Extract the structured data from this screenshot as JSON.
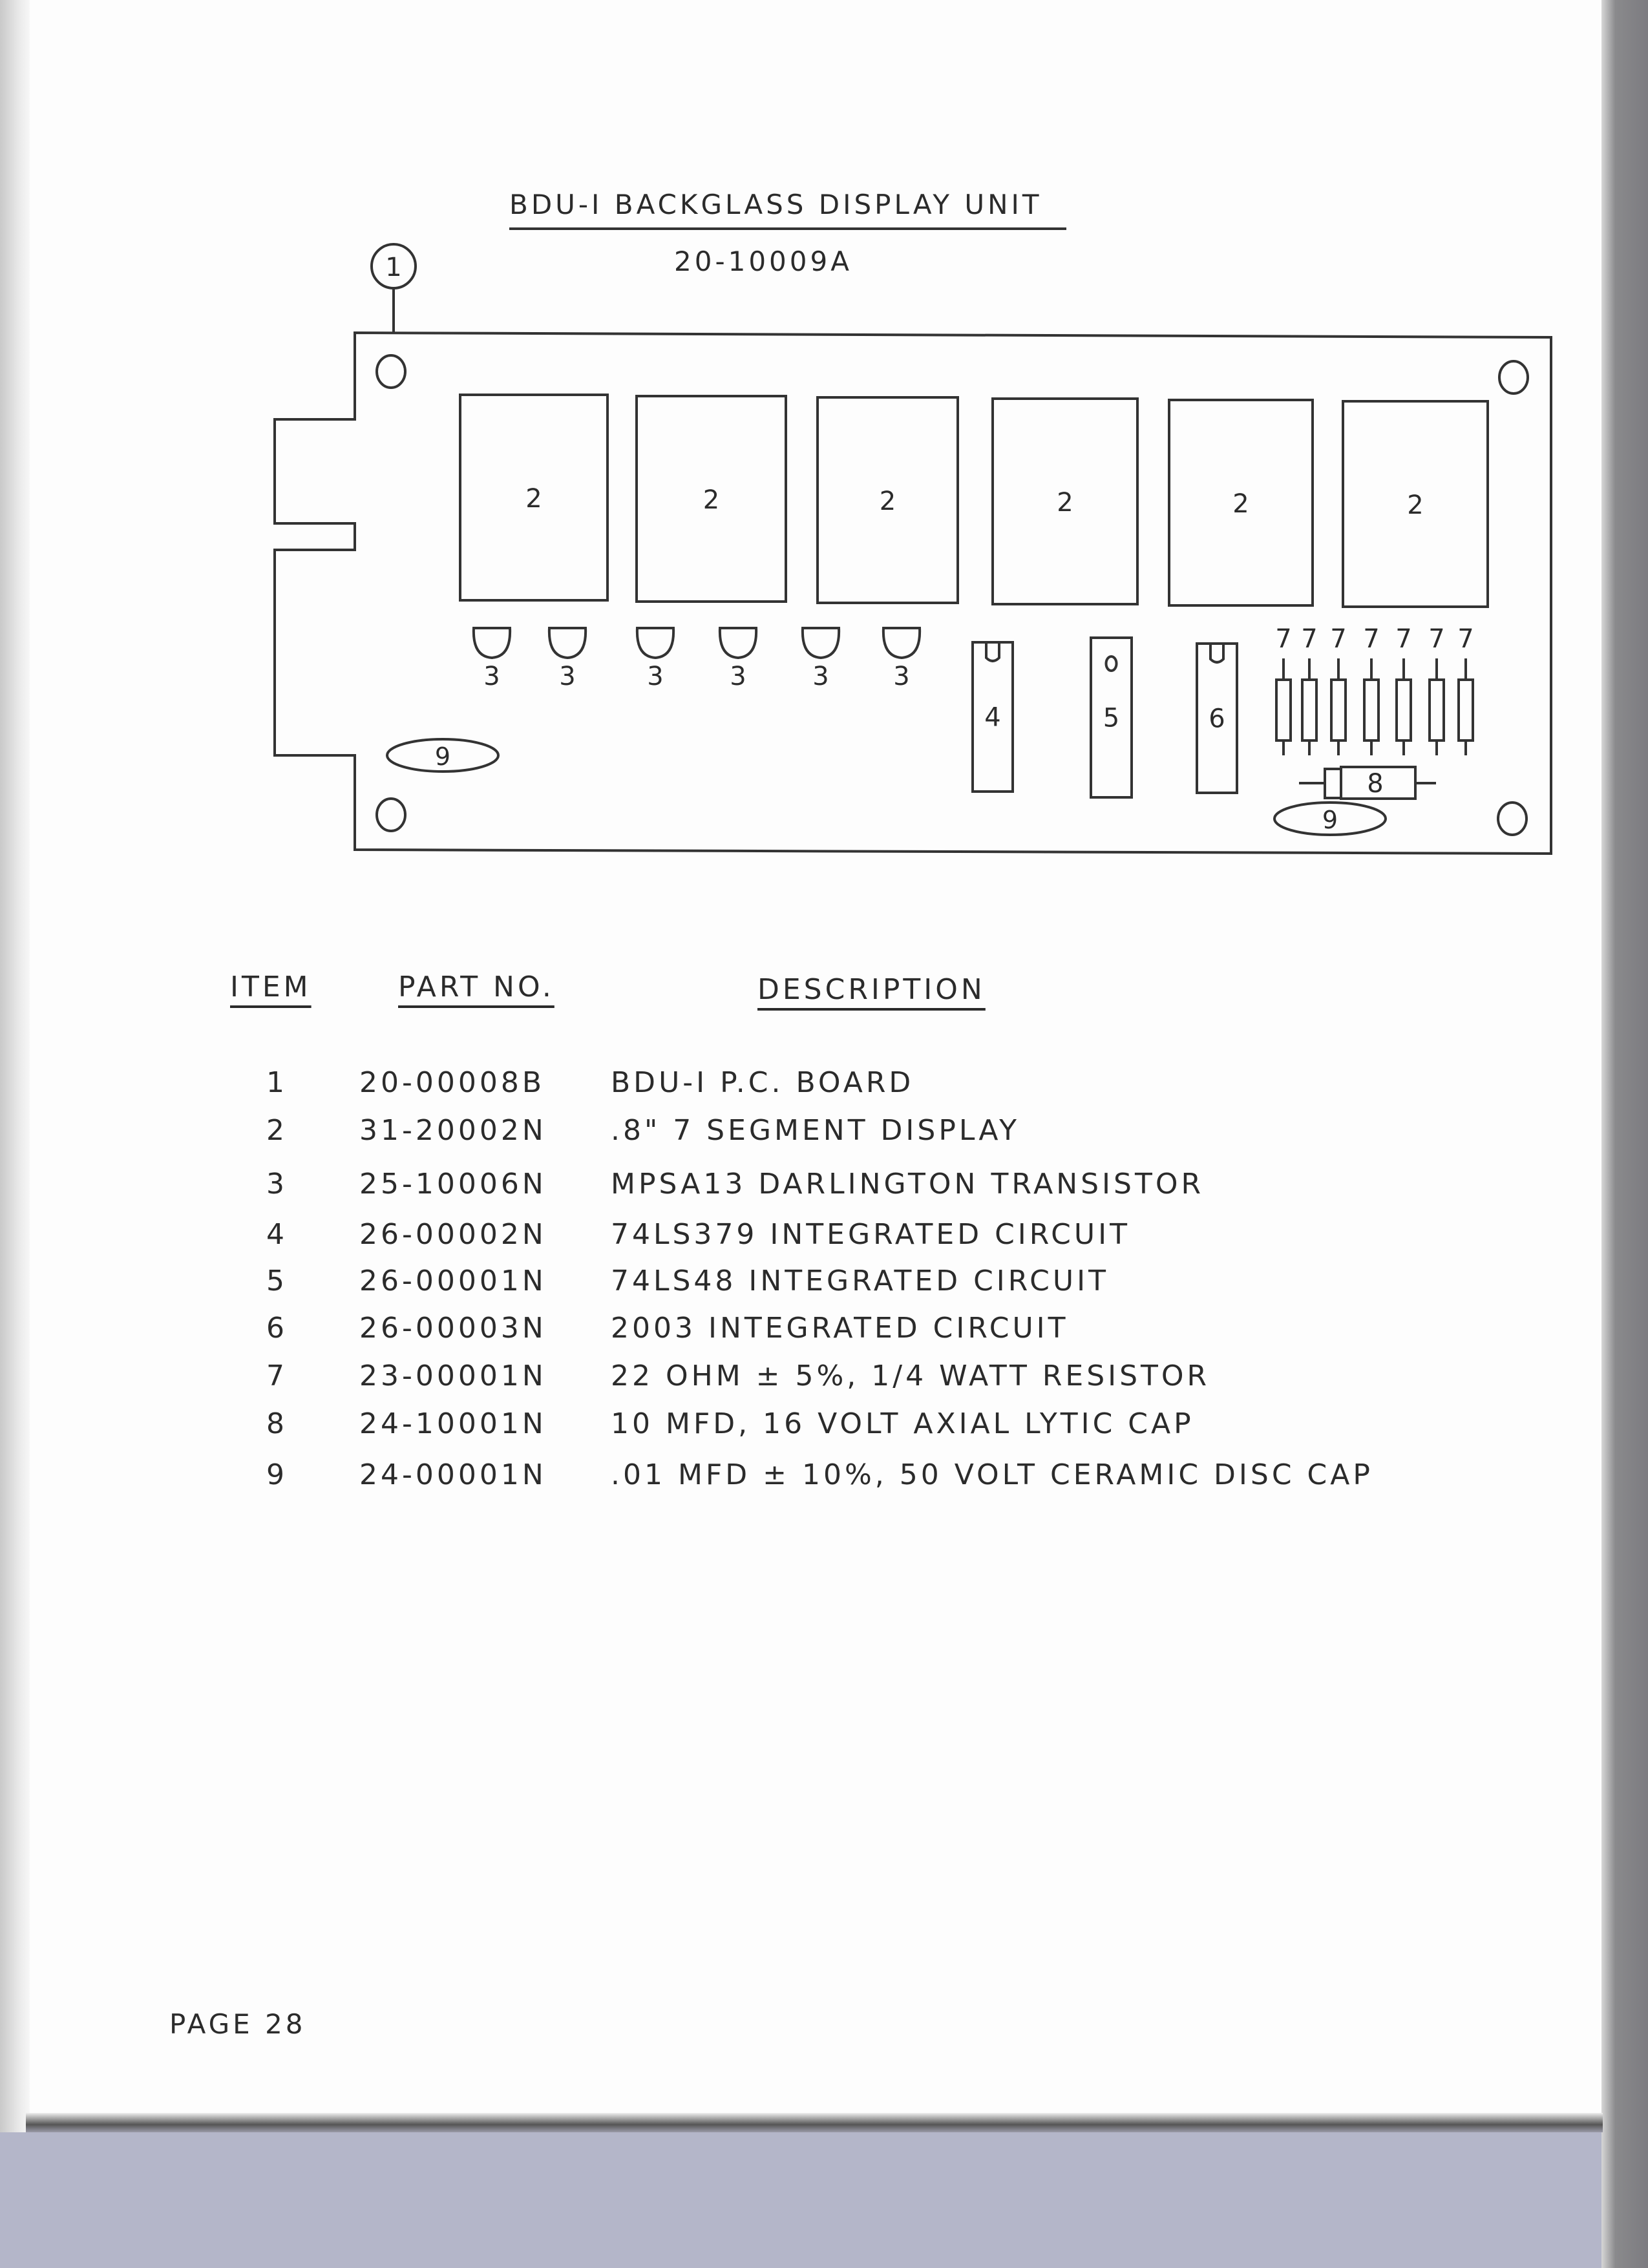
{
  "title": "BDU-I  BACKGLASS  DISPLAY  UNIT",
  "assembly_number": "20-10009A",
  "diagram": {
    "board_callout": "1",
    "display_label": "2",
    "transistor_label": "3",
    "ic_labels": [
      "4",
      "5",
      "6"
    ],
    "resistor_label": "7",
    "capacitor_label": "8",
    "disc_cap_label": "9"
  },
  "table": {
    "headers": {
      "item": "ITEM",
      "part_no": "PART NO.",
      "description": "DESCRIPTION"
    },
    "rows": [
      {
        "item": "1",
        "part_no": "20-00008B",
        "description": "BDU-I   P.C. BOARD"
      },
      {
        "item": "2",
        "part_no": "31-20002N",
        "description": ".8\"  7 SEGMENT  DISPLAY"
      },
      {
        "item": "3",
        "part_no": "25-10006N",
        "description": "MPSA13  DARLINGTON  TRANSISTOR"
      },
      {
        "item": "4",
        "part_no": "26-00002N",
        "description": "74LS379  INTEGRATED  CIRCUIT"
      },
      {
        "item": "5",
        "part_no": "26-00001N",
        "description": "74LS48  INTEGRATED  CIRCUIT"
      },
      {
        "item": "6",
        "part_no": "26-00003N",
        "description": "2003   INTEGRATED  CIRCUIT"
      },
      {
        "item": "7",
        "part_no": "23-00001N",
        "description": "22 OHM ± 5%, 1/4 WATT  RESISTOR"
      },
      {
        "item": "8",
        "part_no": "24-10001N",
        "description": "10 MFD,  16  VOLT  AXIAL  LYTIC  CAP"
      },
      {
        "item": "9",
        "part_no": "24-00001N",
        "description": ".01 MFD ± 10%,  50  VOLT  CERAMIC  DISC  CAP"
      }
    ]
  },
  "footer": {
    "page": "PAGE  28"
  }
}
